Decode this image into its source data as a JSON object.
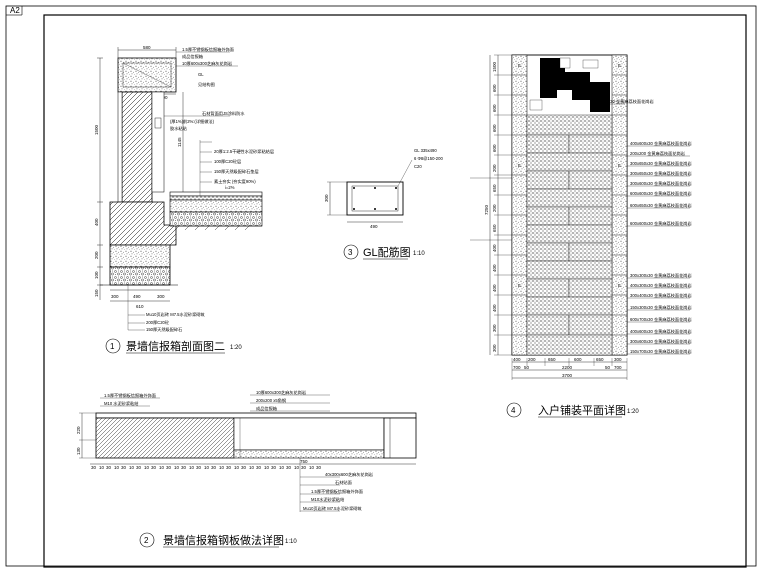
{
  "sheet": {
    "size_label": "A2"
  },
  "detail1": {
    "number": "1",
    "title": "景墙信报箱剖面图二",
    "scale": "1:20",
    "top_dims": [
      "580",
      "240",
      "50",
      "290"
    ],
    "left_dims": [
      "1500",
      "400",
      "200",
      "100",
      "150"
    ],
    "height_dim": "1145",
    "bottom_dims": [
      "300",
      "490",
      "300",
      "610"
    ],
    "notes": [
      "1.5厚不锈钢板信报箱外饰面",
      "成品信报箱",
      "10厚600x300芝麻灰花岗岩",
      "GL",
      "见结构图",
      "石材背面用JS涂料防水",
      "(厚1%)前2%:(详细做法)",
      "胶水粘贴",
      "20厚1:2.5干硬性水泥砂浆粘结层",
      "100厚C20砼层",
      "150厚天然级配碎石垫层",
      "素土夯实 (夯实度90%)",
      "i=2%",
      "Mu10页岩砖 M7.5水泥砂浆砌筑",
      "200厚C20砼",
      "150厚天然级配碎石"
    ]
  },
  "detail2": {
    "number": "2",
    "title": "景墙信报箱钢板做法详图",
    "scale": "1:10",
    "top_notes": [
      "1.5厚不锈钢板信报箱外饰面",
      "M10 水泥砂浆粘结",
      "10厚600x300芝麻灰花岗岩",
      "200x200 x5角钢",
      "成品信报箱"
    ],
    "left_dims": [
      "220",
      "130"
    ],
    "bottom_dims": [
      "30",
      "10",
      "30",
      "10",
      "30",
      "10",
      "30",
      "10",
      "30",
      "10",
      "30",
      "10",
      "30",
      "10",
      "30",
      "10",
      "30",
      "10",
      "30",
      "10",
      "30",
      "10",
      "30",
      "10",
      "30",
      "10",
      "30",
      "10",
      "30",
      "10",
      "30"
    ],
    "right_dim": "750",
    "bottom_notes": [
      "40x300x600芝麻灰花岗岩",
      "石材贴面",
      "1.5厚不锈钢板信报箱外饰面",
      "M10水泥砂浆粘结",
      "Mu10页岩砖 M7.5水泥砂浆砌筑"
    ]
  },
  "detail3": {
    "number": "3",
    "title": "GL配筋图",
    "scale": "1:10",
    "width_dim": "490",
    "height_dim": "300",
    "notes": [
      "GL 335x490",
      "6 Φ8@150-200",
      "C20"
    ]
  },
  "detail4": {
    "number": "4",
    "title": "入户铺装平面详图",
    "scale": "1:20",
    "col_labels": [
      "E",
      "E",
      "E",
      "E",
      "E",
      "E"
    ],
    "left_dims": [
      "1500",
      "600",
      "600",
      "600",
      "600",
      "200",
      "650",
      "200",
      "650",
      "400",
      "400",
      "400",
      "400",
      "300",
      "300"
    ],
    "total_height_dim": "7250",
    "top_label": "600x600x30 金黄麻荔枝面花岗岩",
    "right_labels": [
      "400x600x30 金黄麻荔枝面花岗岩",
      "200x200 金黄麻荔枝面花岗岩",
      "300x650x30 金黄麻荔枝面花岗岩",
      "300x650x30 金黄麻荔枝面花岗岩",
      "300x600x30 金黄麻荔枝面花岗岩",
      "600x600x30 金黄麻荔枝面花岗岩",
      "600x650x30 金黄麻荔枝面花岗岩",
      "600x600x30 金黄麻荔枝面花岗岩",
      "300x300x30 金黄麻荔枝面花岗岩",
      "400x300x30 金黄麻荔枝面花岗岩",
      "300x400x30 金黄麻荔枝面花岗岩",
      "150x300x30 金黄麻荔枝面花岗岩",
      "600x700x30 金黄麻荔枝面花岗岩",
      "400x600x30 金黄麻荔枝面花岗岩",
      "300x600x30 金黄麻荔枝面花岗岩",
      "150x700x30 金黄麻荔枝面花岗岩"
    ],
    "bottom_dims": [
      "400",
      "200",
      "650",
      "600",
      "650",
      "300"
    ],
    "bottom_dims2": [
      "700",
      "50",
      "2200",
      "50",
      "700"
    ],
    "total_width_dim": "3700"
  }
}
